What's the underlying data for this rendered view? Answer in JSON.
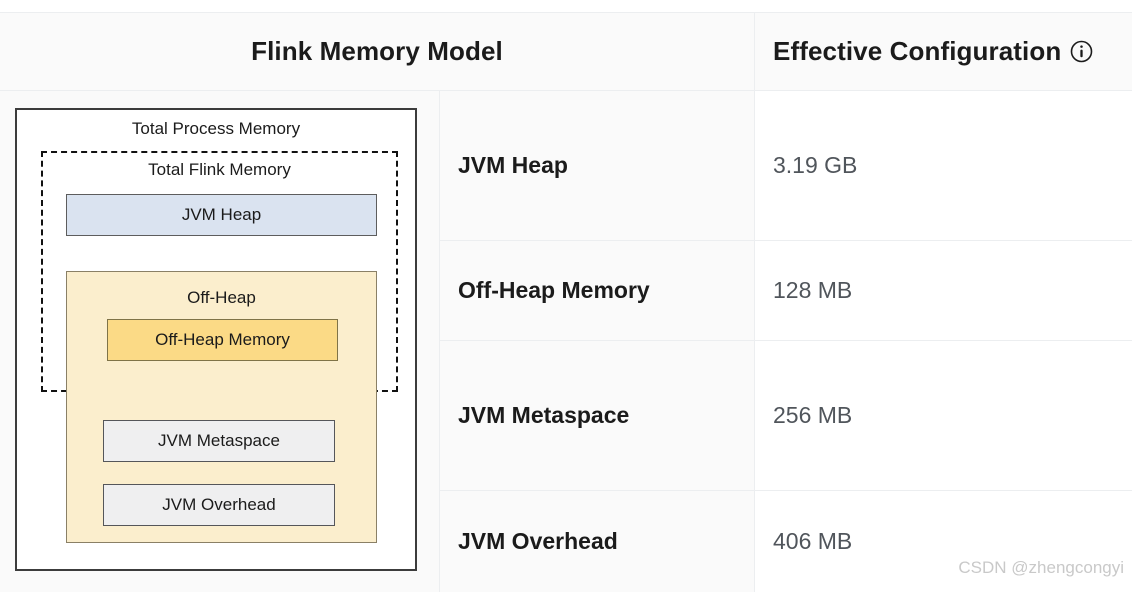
{
  "header": {
    "left_title": "Flink Memory Model",
    "right_title": "Effective Configuration",
    "info_icon": "info-circle-icon"
  },
  "diagram": {
    "outer_label": "Total Process Memory",
    "dashed_label": "Total Flink Memory",
    "heap_label": "JVM Heap",
    "offheap_group_label": "Off-Heap",
    "offheap_memory_label": "Off-Heap Memory",
    "metaspace_label": "JVM Metaspace",
    "overhead_label": "JVM Overhead",
    "colors": {
      "heap_fill": "#dae3f0",
      "offheap_group_fill": "#fbeecd",
      "offheap_memory_fill": "#fbda86",
      "gray_fill": "#efeff0",
      "outline": "#3c3c3c"
    }
  },
  "table": {
    "rows": [
      {
        "label": "JVM Heap",
        "value": "3.19 GB"
      },
      {
        "label": "Off-Heap Memory",
        "value": "128 MB"
      },
      {
        "label": "JVM Metaspace",
        "value": "256 MB"
      },
      {
        "label": "JVM Overhead",
        "value": "406 MB"
      }
    ]
  },
  "watermark": "CSDN @zhengcongyi"
}
